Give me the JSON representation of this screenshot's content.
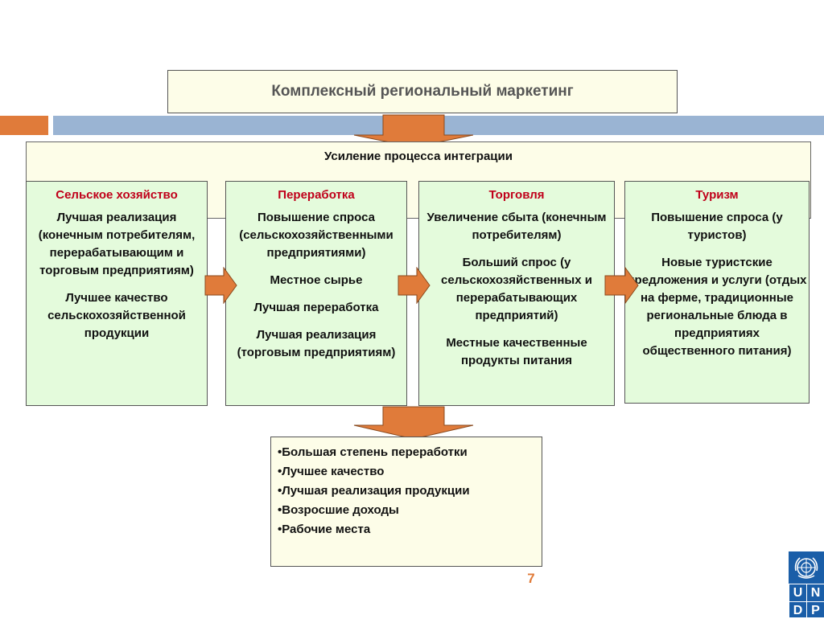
{
  "title": "Комплексный региональный маркетинг",
  "integration": "Усиление процесса интеграции",
  "columns": [
    {
      "heading": "Сельское хозяйство",
      "items": [
        "Лучшая реализация (конечным потребителям, перерабатывающим и торговым предприятиям)",
        "Лучшее качество сельскохозяйственной продукции"
      ]
    },
    {
      "heading": "Переработка",
      "items": [
        "Повышение спроса (сельскохозяйственными предприятиями)",
        "Местное сырье",
        "Лучшая переработка",
        "Лучшая реализация (торговым предприятиям)"
      ]
    },
    {
      "heading": "Торговля",
      "items": [
        "Увеличение сбыта (конечным потребителям)",
        "Больший спрос (у сельскохозяйственных и перерабатывающих предприятий)",
        "Местные качественные продукты питания"
      ]
    },
    {
      "heading": "Туризм",
      "items": [
        "Повышение спроса (у туристов)",
        "Новые туристские предложения и услуги (отдых на ферме, традиционные региональные блюда в предприятиях общественного питания)"
      ]
    }
  ],
  "outcomes": [
    "•Большая степень переработки",
    "•Лучшее качество",
    "•Лучшая реализация продукции",
    "•Возросшие доходы",
    "•Рабочие места"
  ],
  "page_number": "7",
  "logo": {
    "letters": [
      "U",
      "N",
      "D",
      "P"
    ]
  },
  "colors": {
    "accent": "#e07b3a",
    "heading_red": "#c0001a",
    "column_fill": "#e4fbdc",
    "box_fill": "#fdfde8",
    "undp_blue": "#1a5ea8"
  }
}
